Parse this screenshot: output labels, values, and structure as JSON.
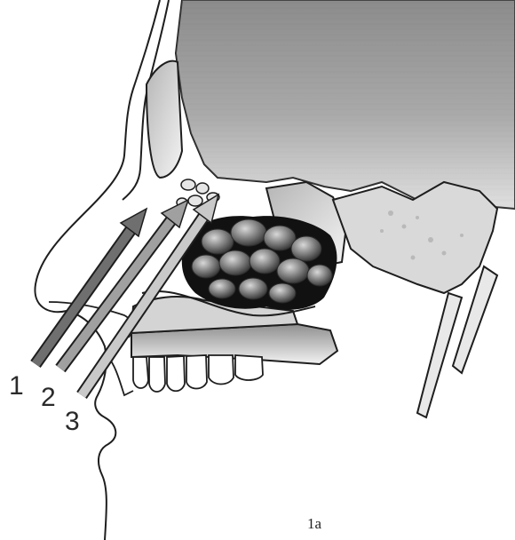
{
  "figure": {
    "arrow_labels": [
      "1",
      "2",
      "3"
    ],
    "caption": "1a"
  },
  "colors": {
    "ink": "#1e1e1e",
    "skull_fill": "#9a9a9a",
    "arrow_1": "#6f6f6f",
    "arrow_2": "#a0a0a0",
    "arrow_3": "#c9c9c9",
    "polyp": "#8c8c8c",
    "polyp_bed": "#111111"
  }
}
